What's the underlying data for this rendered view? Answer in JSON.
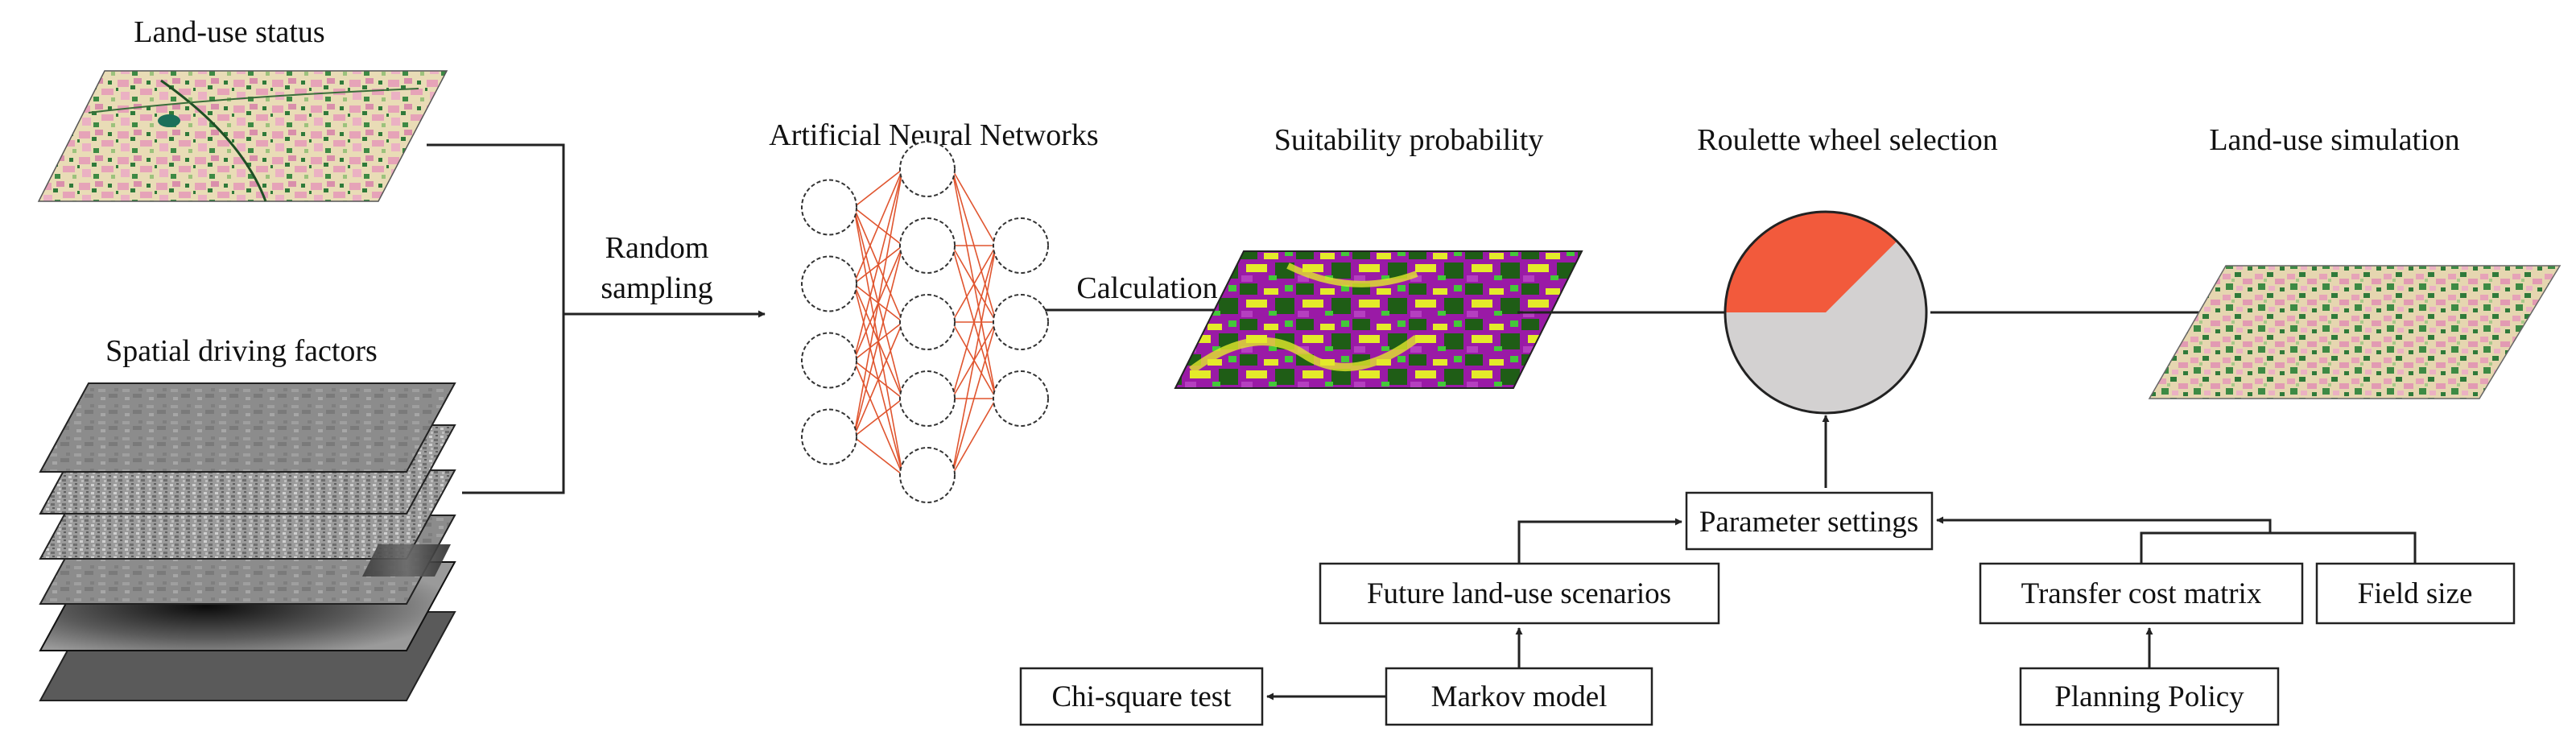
{
  "labels": {
    "land_use_status": "Land-use status",
    "spatial_driving_factors": "Spatial driving factors",
    "random_sampling_line1": "Random",
    "random_sampling_line2": "sampling",
    "ann": "Artificial Neural Networks",
    "calculation": "Calculation",
    "suitability_probability": "Suitability probability",
    "roulette_wheel_selection": "Roulette wheel selection",
    "land_use_simulation": "Land-use simulation"
  },
  "boxes": {
    "parameter_settings": "Parameter settings",
    "future_scenarios": "Future land-use scenarios",
    "transfer_cost_matrix": "Transfer cost matrix",
    "field_size": "Field size",
    "chi_square_test": "Chi-square test",
    "markov_model": "Markov model",
    "planning_policy": "Planning Policy"
  },
  "colors": {
    "roulette_selected": "#f25a3c",
    "roulette_rest": "#d3d1d1",
    "nn_edges": "#e0552f",
    "landuse_pink": "#e6a3b8",
    "landuse_green": "#2f7a3a",
    "suitability_purple": "#9a1aa6",
    "suitability_yellow": "#e4ea2a",
    "suitability_green": "#1f5d16"
  },
  "roulette_selected_fraction": 0.375,
  "neural_network_layers": [
    4,
    5,
    3
  ]
}
